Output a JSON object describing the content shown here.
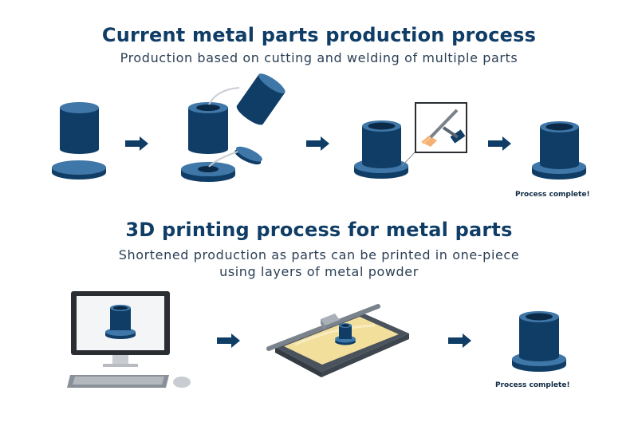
{
  "section_current": {
    "title": "Current metal parts production process",
    "subtitle": "Production based on cutting and welding of multiple parts",
    "complete_label": "Process complete!"
  },
  "section_3d": {
    "title": "3D printing process for metal parts",
    "subtitle_line1": "Shortened production as parts can be printed in one-piece",
    "subtitle_line2": "using layers of metal powder",
    "complete_label": "Process complete!"
  },
  "colors": {
    "part_dark": "#0f3d66",
    "part_top": "#3f77a8",
    "part_inner": "#0b2a48",
    "arrow": "#0f3d66",
    "powder": "#f3df9c",
    "printer_frame": "#5b6570",
    "monitor": "#2a2e33",
    "keyboard": "#8a9099"
  }
}
